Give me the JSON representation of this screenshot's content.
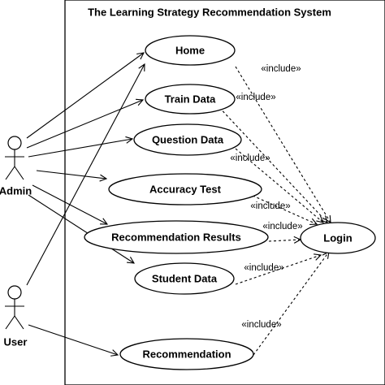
{
  "system": {
    "title": "The Learning Strategy Recommendation System"
  },
  "actors": {
    "admin": "Admin",
    "user": "User"
  },
  "use_cases": {
    "home": "Home",
    "train_data": "Train Data",
    "question_data": "Question Data",
    "accuracy_test": "Accuracy Test",
    "recommendation_results": "Recommendation Results",
    "student_data": "Student Data",
    "recommendation": "Recommendation",
    "login": "Login"
  },
  "relations": {
    "include_label": "«include»"
  }
}
